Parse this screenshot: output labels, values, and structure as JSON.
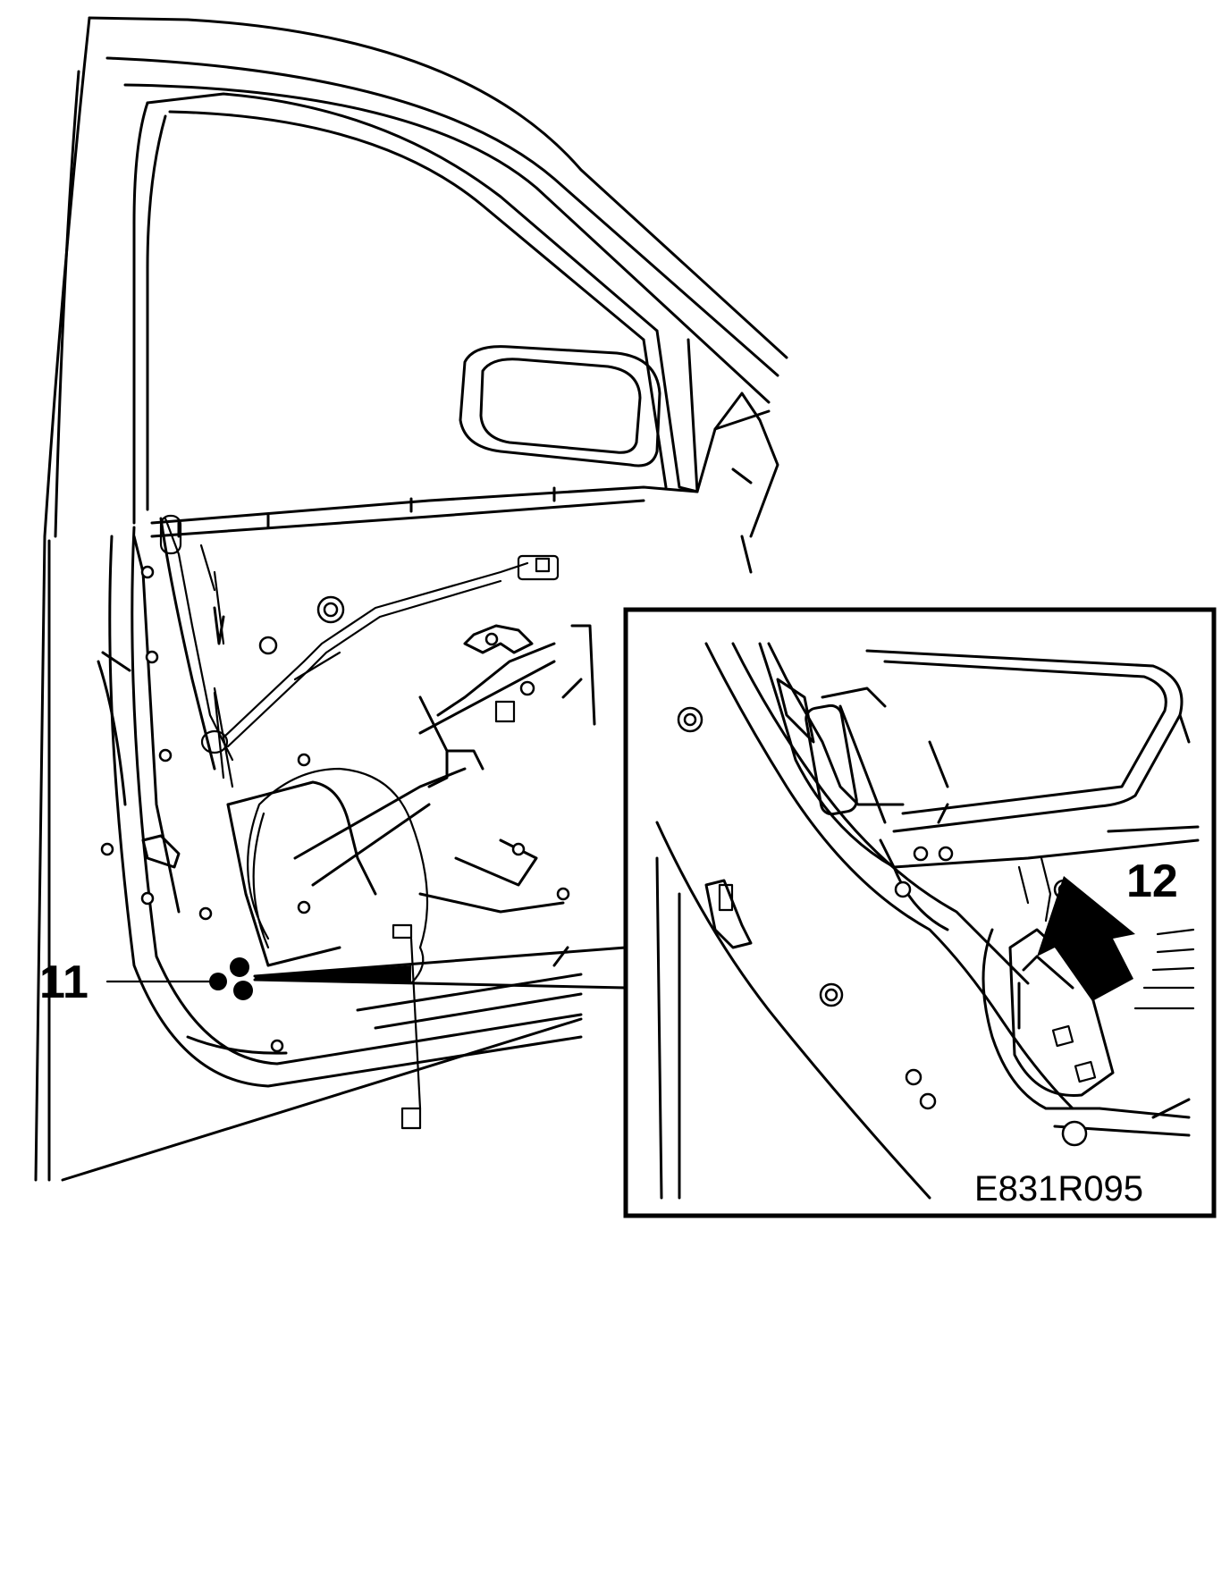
{
  "callouts": {
    "left_label": "11",
    "right_label": "12"
  },
  "figure_code": "E831R095",
  "colors": {
    "line": "#000000",
    "background": "#ffffff"
  }
}
